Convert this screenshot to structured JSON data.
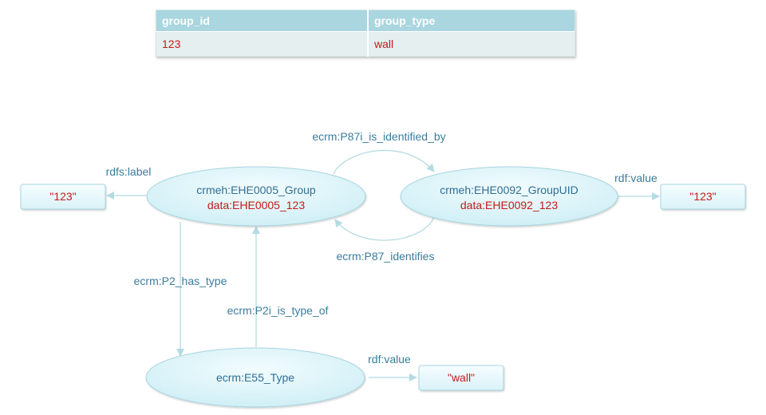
{
  "table": {
    "headers": [
      "group_id",
      "group_type"
    ],
    "rows": [
      [
        "123",
        "wall"
      ]
    ]
  },
  "nodes": {
    "group": {
      "type_label": "crmeh:EHE0005_Group",
      "data_label": "data:EHE0005_123"
    },
    "groupuid": {
      "type_label": "crmeh:EHE0092_GroupUID",
      "data_label": "data:EHE0092_123"
    },
    "e55": {
      "type_label": "ecrm:E55_Type"
    },
    "literal_group": "\"123\"",
    "literal_uid": "\"123\"",
    "literal_type": "\"wall\""
  },
  "edges": {
    "rdfs_label": "rdfs:label",
    "p87i": "ecrm:P87i_is_identified_by",
    "p87": "ecrm:P87_identifies",
    "rdf_value_uid": "rdf:value",
    "p2": "ecrm:P2_has_type",
    "p2i": "ecrm:P2i_is_type_of",
    "rdf_value_type": "rdf:value"
  },
  "colors": {
    "node_fill": "#d6f1f6",
    "node_stroke": "#a7d5df",
    "edge": "#b4dbe2",
    "blue_text": "#2e6f94",
    "red_text": "#c41a1a",
    "table_header": "#a9d6df",
    "table_cell": "#e6efef"
  }
}
